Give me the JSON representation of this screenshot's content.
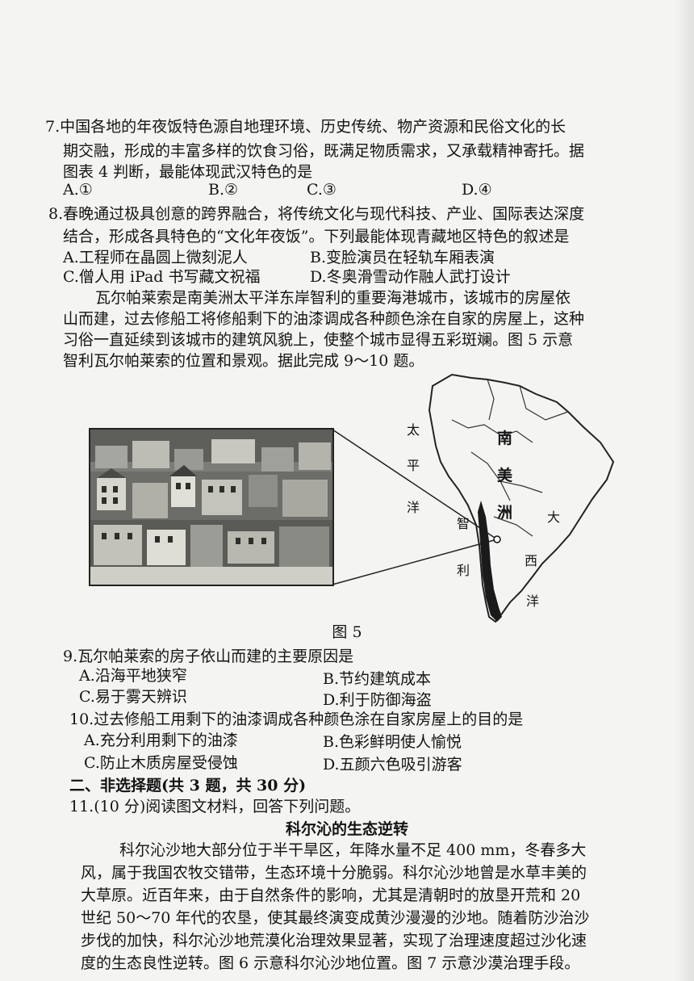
{
  "q7": {
    "lines": [
      "7.中国各地的年夜饭特色源自地理环境、历史传统、物产资源和民俗文化的长",
      "期交融，形成的丰富多样的饮食习俗，既满足物质需求，又承载精神寄托。据",
      "图表 4 判断，最能体现武汉特色的是"
    ],
    "options": [
      "A.①",
      "B.②",
      "C.③",
      "D.④"
    ]
  },
  "q8": {
    "lines": [
      "8.春晚通过极具创意的跨界融合，将传统文化与现代科技、产业、国际表达深度",
      "结合，形成各具特色的“文化年夜饭”。下列最能体现青藏地区特色的叙述是"
    ],
    "options": [
      "A.工程师在晶圆上微刻泥人",
      "B.变脸演员在轻轨车厢表演",
      "C.僧人用 iPad 书写藏文祝福",
      "D.冬奥滑雪动作融人武打设计"
    ]
  },
  "passage1": {
    "lines": [
      "瓦尔帕莱索是南美洲太平洋东岸智利的重要海港城市，该城市的房屋依",
      "山而建，过去修船工将修船剩下的油漆调成各种颜色涂在自家的房屋上，这种",
      "习俗一直延续到该城市的建筑风貌上，使整个城市显得五彩斑斓。图 5 示意",
      "智利瓦尔帕莱索的位置和景观。据此完成 9～10 题。"
    ]
  },
  "figure5": {
    "caption": "图 5",
    "labels": {
      "pacific": [
        "太",
        "平",
        "洋"
      ],
      "south_america": [
        "南",
        "美",
        "洲"
      ],
      "chile": [
        "智",
        "利"
      ],
      "atlantic": [
        "大",
        "西",
        "洋"
      ]
    }
  },
  "q9": {
    "stem": "9.瓦尔帕莱索的房子依山而建的主要原因是",
    "options": [
      "A.沿海平地狭窄",
      "B.节约建筑成本",
      "C.易于雾天辨识",
      "D.利于防御海盗"
    ]
  },
  "q10": {
    "stem": "10.过去修船工用剩下的油漆调成各种颜色涂在自家房屋上的目的是",
    "options": [
      "A.充分利用剩下的油漆",
      "B.色彩鲜明使人愉悦",
      "C.防止木质房屋受侵蚀",
      "D.五颜六色吸引游客"
    ]
  },
  "section2": {
    "heading": "二、非选择题(共 3 题，共 30 分)",
    "q11_stem": "11.(10 分)阅读图文材料，回答下列问题。",
    "title": "科尔沁的生态逆转",
    "lines": [
      "科尔沁沙地大部分位于半干旱区，年降水量不足 400 mm，冬春多大",
      "风，属于我国农牧交错带，生态环境十分脆弱。科尔沁沙地曾是水草丰美的",
      "大草原。近百年来，由于自然条件的影响，尤其是清朝时的放垦开荒和 20",
      "世纪 50～70 年代的农垦，使其最终演变成黄沙漫漫的沙地。随着防沙治沙",
      "步伐的加快，科尔沁沙地荒漠化治理效果显著，实现了治理速度超过沙化速",
      "度的生态良性逆转。图 6 示意科尔沁沙地位置。图 7 示意沙漠治理手段。"
    ]
  }
}
